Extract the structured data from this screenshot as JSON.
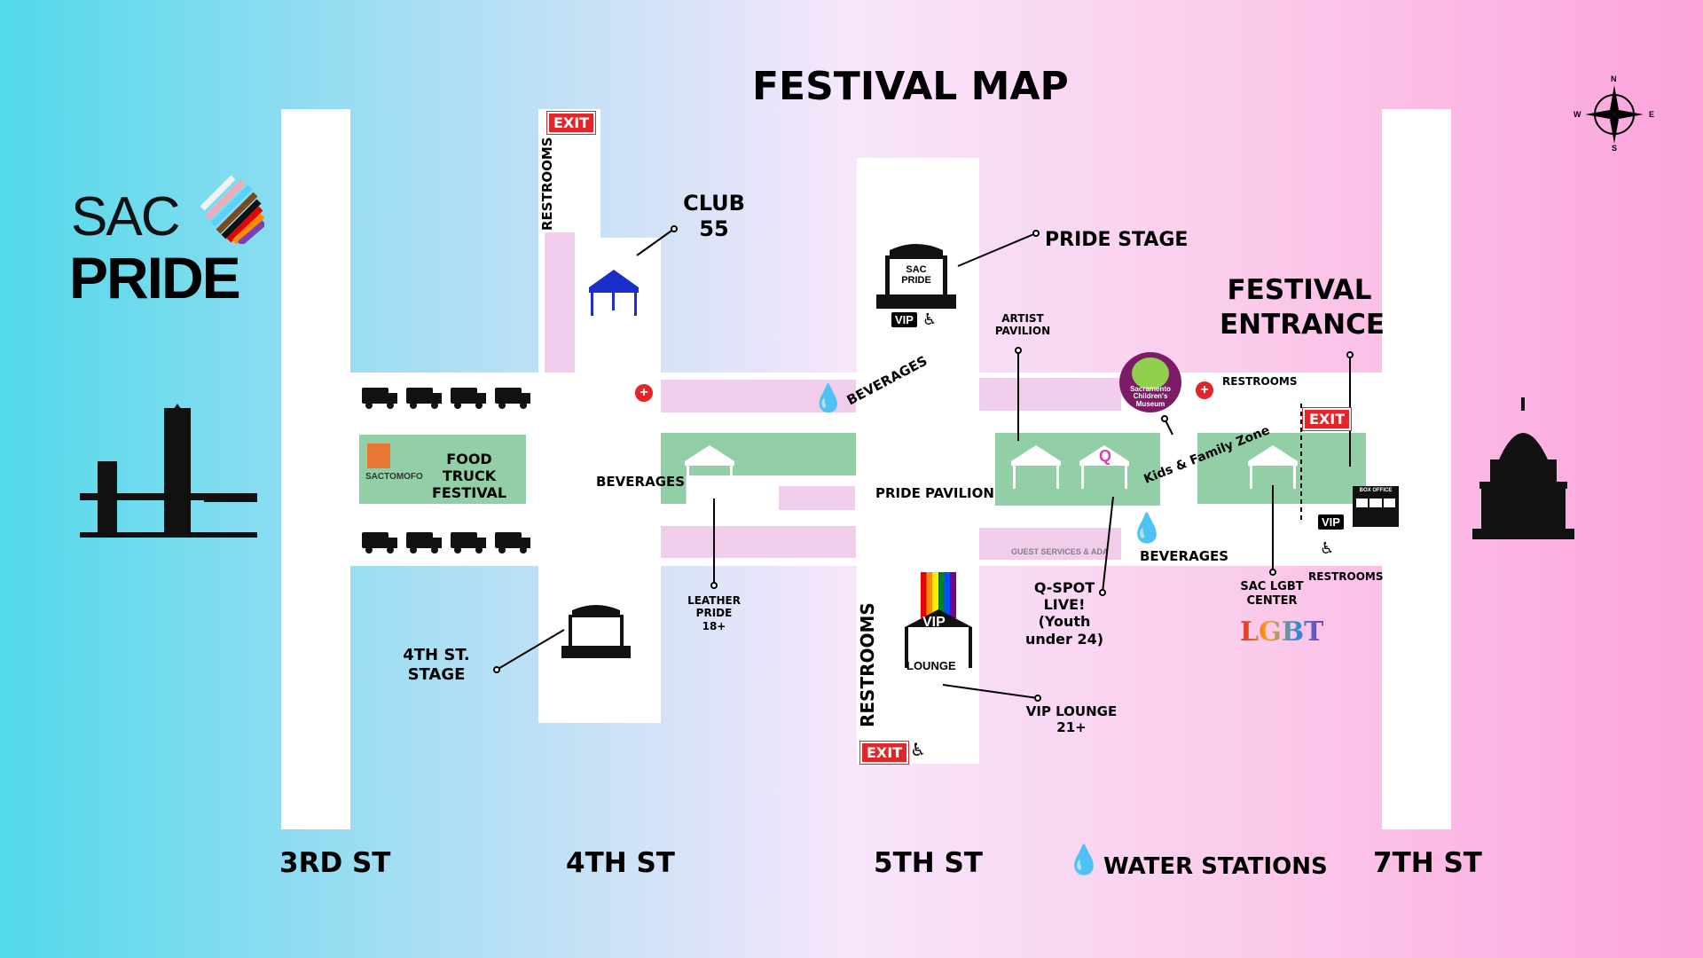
{
  "title": "FESTIVAL MAP",
  "logo": {
    "line1": "SAC",
    "line2": "PRIDE"
  },
  "compass": {
    "n": "N",
    "s": "S",
    "e": "E",
    "w": "W"
  },
  "streets": [
    "3RD ST",
    "4TH ST",
    "5TH ST",
    "7TH ST"
  ],
  "legend": {
    "icon": "water-drop-icon",
    "label": "WATER STATIONS"
  },
  "exit_label": "EXIT",
  "vip_label": "VIP",
  "restrooms_label": "RESTROOMS",
  "places": {
    "club55": "CLUB 55",
    "pride_stage": "PRIDE STAGE",
    "festival_entrance": "FESTIVAL ENTRANCE",
    "artist_pavilion": "ARTIST PAVILION",
    "food_truck": "FOOD TRUCK FESTIVAL",
    "sactomofo": "SACTOMOFO",
    "beverages": "BEVERAGES",
    "pride_pavilion": "PRIDE PAVILION",
    "leather_pride": "LEATHER PRIDE 18+",
    "fourth_stage": "4TH ST. STAGE",
    "vip_lounge": "VIP LOUNGE 21+",
    "qspot": "Q-SPOT LIVE! (Youth under 24)",
    "guest_services": "GUEST SERVICES & ADA",
    "sac_lgbt": "SAC LGBT CENTER",
    "kids_zone": "Kids & Family Zone",
    "box_office": "BOX OFFICE",
    "museum": "Sacramento Children's Museum",
    "lgbt_logo": "LGBT",
    "lounge": "LOUNGE",
    "stage_logo": "SAC PRIDE"
  },
  "colors": {
    "exit": "#e3252a",
    "green": "#93cfa6",
    "pink_strip": "#f0cdea",
    "tent_blue": "#1a2fc9"
  }
}
